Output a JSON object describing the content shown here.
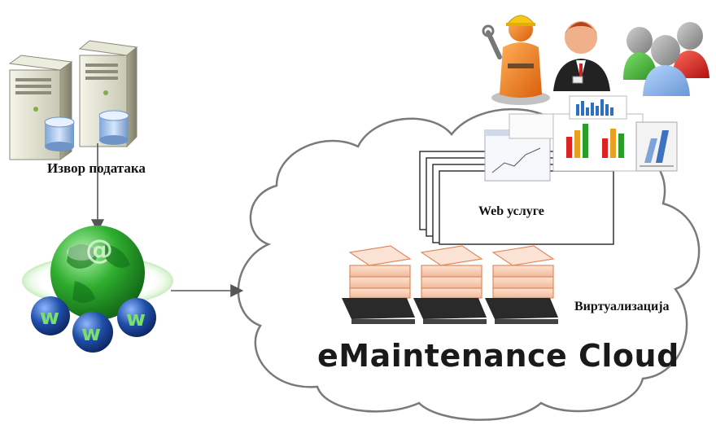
{
  "labels": {
    "data_source": "Извор података",
    "web_services": "Web услуге",
    "virtualization": "Виртуализација",
    "cloud_title": "eMaintenance Cloud"
  },
  "icons": {
    "servers": "server-database-icon",
    "internet": "globe-www-icon",
    "users": "users-icon",
    "virtual_servers": "virtual-server-icon"
  },
  "colors": {
    "cloud_stroke": "#7a7a7a",
    "arrow": "#555555",
    "globe": "#2aa82a",
    "www_ball": "#1f3f8f",
    "virtual_server": "#e8a080",
    "worker": "#f07a1a",
    "users": "#d42020"
  },
  "node_count": {
    "servers": 2,
    "virtual_servers": 3,
    "www_balls": 3,
    "web_pages": 4
  }
}
